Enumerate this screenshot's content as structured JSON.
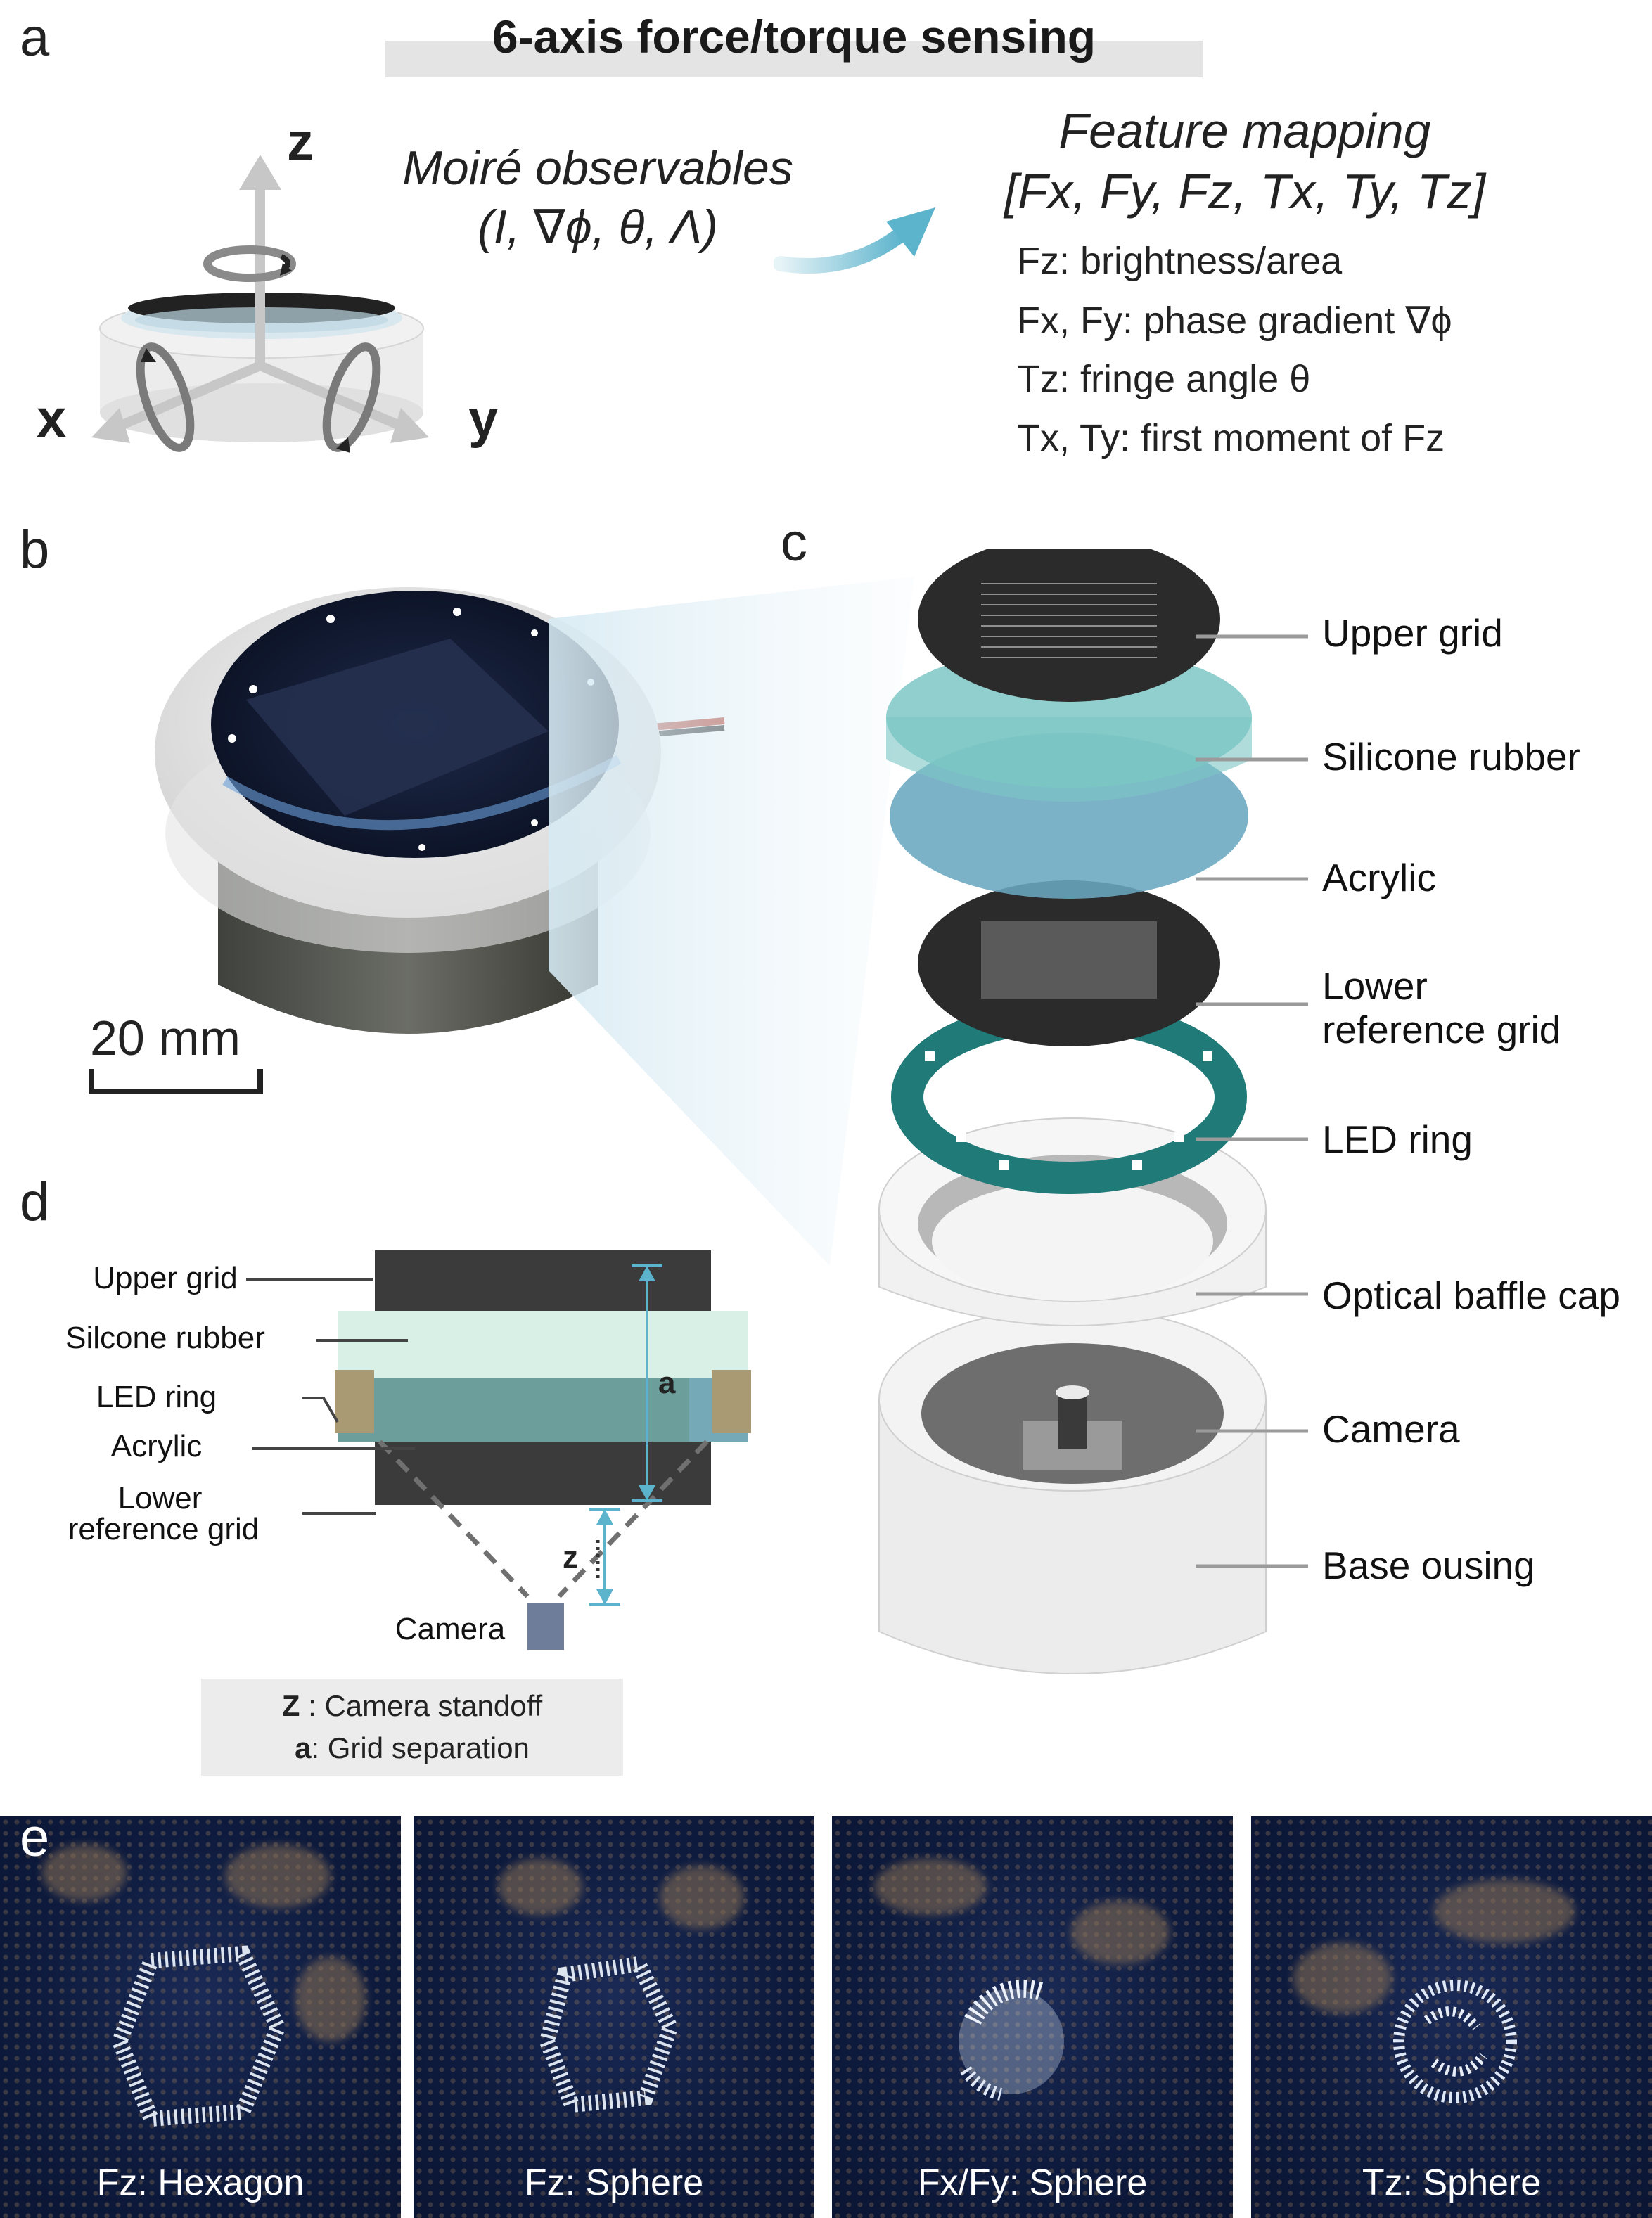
{
  "panels": {
    "a": "a",
    "b": "b",
    "c": "c",
    "d": "d",
    "e": "e"
  },
  "panel_a": {
    "title": "6-axis force/torque sensing",
    "axis_z": "z",
    "axis_x": "x",
    "axis_y": "y",
    "observables_line1": "Moiré observables",
    "observables_line2": "(I, ∇ϕ, θ, Λ)",
    "mapping_line1": "Feature mapping",
    "mapping_line2": "[Fx, Fy, Fz, Tx, Ty, Tz]",
    "map_items": [
      "Fz: brightness/area",
      "Fx, Fy: phase gradient ∇ϕ",
      "Tz: fringe angle θ",
      "Tx, Ty: first moment of Fz"
    ]
  },
  "panel_b": {
    "scale": "20 mm"
  },
  "panel_c": {
    "labels": [
      "Upper grid",
      "Silicone rubber",
      "Acrylic",
      "Lower\nreference grid",
      "LED ring",
      "Optical baffle cap",
      "Camera",
      "Base ousing"
    ]
  },
  "panel_d": {
    "upper_grid": "Upper grid",
    "silicone": "Silcone rubber",
    "led_ring": "LED ring",
    "acrylic": "Acrylic",
    "lower_grid_1": "Lower",
    "lower_grid_2": "reference grid",
    "camera": "Camera",
    "a_label": "a",
    "z_label": "z",
    "legend_z_key": "Z",
    "legend_z_text": " : Camera standoff",
    "legend_a_key": "a",
    "legend_a_text": ": Grid separation"
  },
  "panel_e": {
    "captions": [
      "Fz: Hexagon",
      "Fz: Sphere",
      "Fx/Fy: Sphere",
      "Tz: Sphere"
    ]
  },
  "colors": {
    "silicone_top": "#7cc7c4",
    "acrylic": "#6aa7c0",
    "led_ring": "#1f7a78",
    "grid_dark": "#2b2b2b",
    "arrow_blue": "#5bb3cc",
    "tile_bg": "#0e1b3e"
  }
}
